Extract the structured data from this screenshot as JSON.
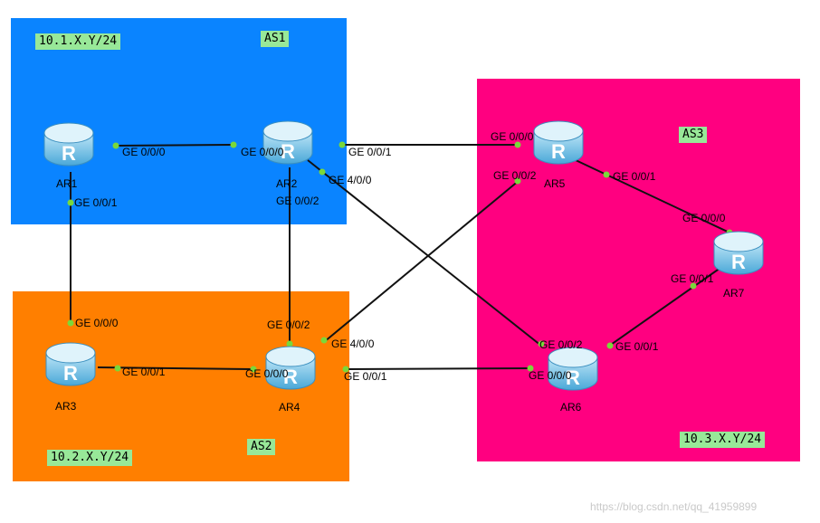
{
  "areas": {
    "as1": {
      "name": "AS1",
      "subnet": "10.1.X.Y/24",
      "color": "#0a84ff"
    },
    "as2": {
      "name": "AS2",
      "subnet": "10.2.X.Y/24",
      "color": "#ff7f00"
    },
    "as3": {
      "name": "AS3",
      "subnet": "10.3.X.Y/24",
      "color": "#ff0080"
    }
  },
  "routers": {
    "ar1": "AR1",
    "ar2": "AR2",
    "ar3": "AR3",
    "ar4": "AR4",
    "ar5": "AR5",
    "ar6": "AR6",
    "ar7": "AR7",
    "glyph": "R"
  },
  "interfaces": {
    "ar1_ge000": "GE 0/0/0",
    "ar1_ge001": "GE 0/0/1",
    "ar2_ge000": "GE 0/0/0",
    "ar2_ge001": "GE 0/0/1",
    "ar2_ge400": "GE 4/0/0",
    "ar2_ge002": "GE 0/0/2",
    "ar3_ge000": "GE 0/0/0",
    "ar3_ge001": "GE 0/0/1",
    "ar4_ge000": "GE 0/0/0",
    "ar4_ge002": "GE 0/0/2",
    "ar4_ge400": "GE 4/0/0",
    "ar4_ge001": "GE 0/0/1",
    "ar5_ge000": "GE 0/0/0",
    "ar5_ge002": "GE 0/0/2",
    "ar5_ge001": "GE 0/0/1",
    "ar6_ge002": "GE 0/0/2",
    "ar6_ge000": "GE 0/0/0",
    "ar6_ge001": "GE 0/0/1",
    "ar7_ge000": "GE 0/0/0",
    "ar7_ge001": "GE 0/0/1"
  },
  "link_color": "#111111",
  "port_color": "#7ad83a",
  "watermark": "https://blog.csdn.net/qq_41959899"
}
